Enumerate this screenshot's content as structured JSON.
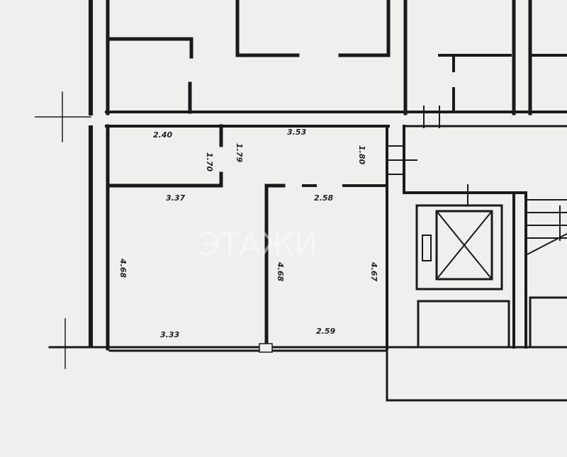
{
  "plan": {
    "colors": {
      "background": "#efefed",
      "wall": "#1a1a1a"
    },
    "dimensions": {
      "top_left_width": "2.40",
      "corridor_inner_height": "1.70",
      "corridor_height": "1.79",
      "top_right_width": "3.53",
      "right_height": "1.80",
      "room_left_top_width": "3.37",
      "room_right_top_width": "2.58",
      "room_left_height": "4.68",
      "room_right_height_left": "4.68",
      "room_right_height_right": "4.67",
      "room_left_bottom_width": "3.33",
      "room_right_bottom_width": "2.59"
    },
    "elevator_icon": "elevator-cross-icon",
    "stairs_icon": "stairs-icon",
    "watermark": "ЭТАЖИ"
  }
}
